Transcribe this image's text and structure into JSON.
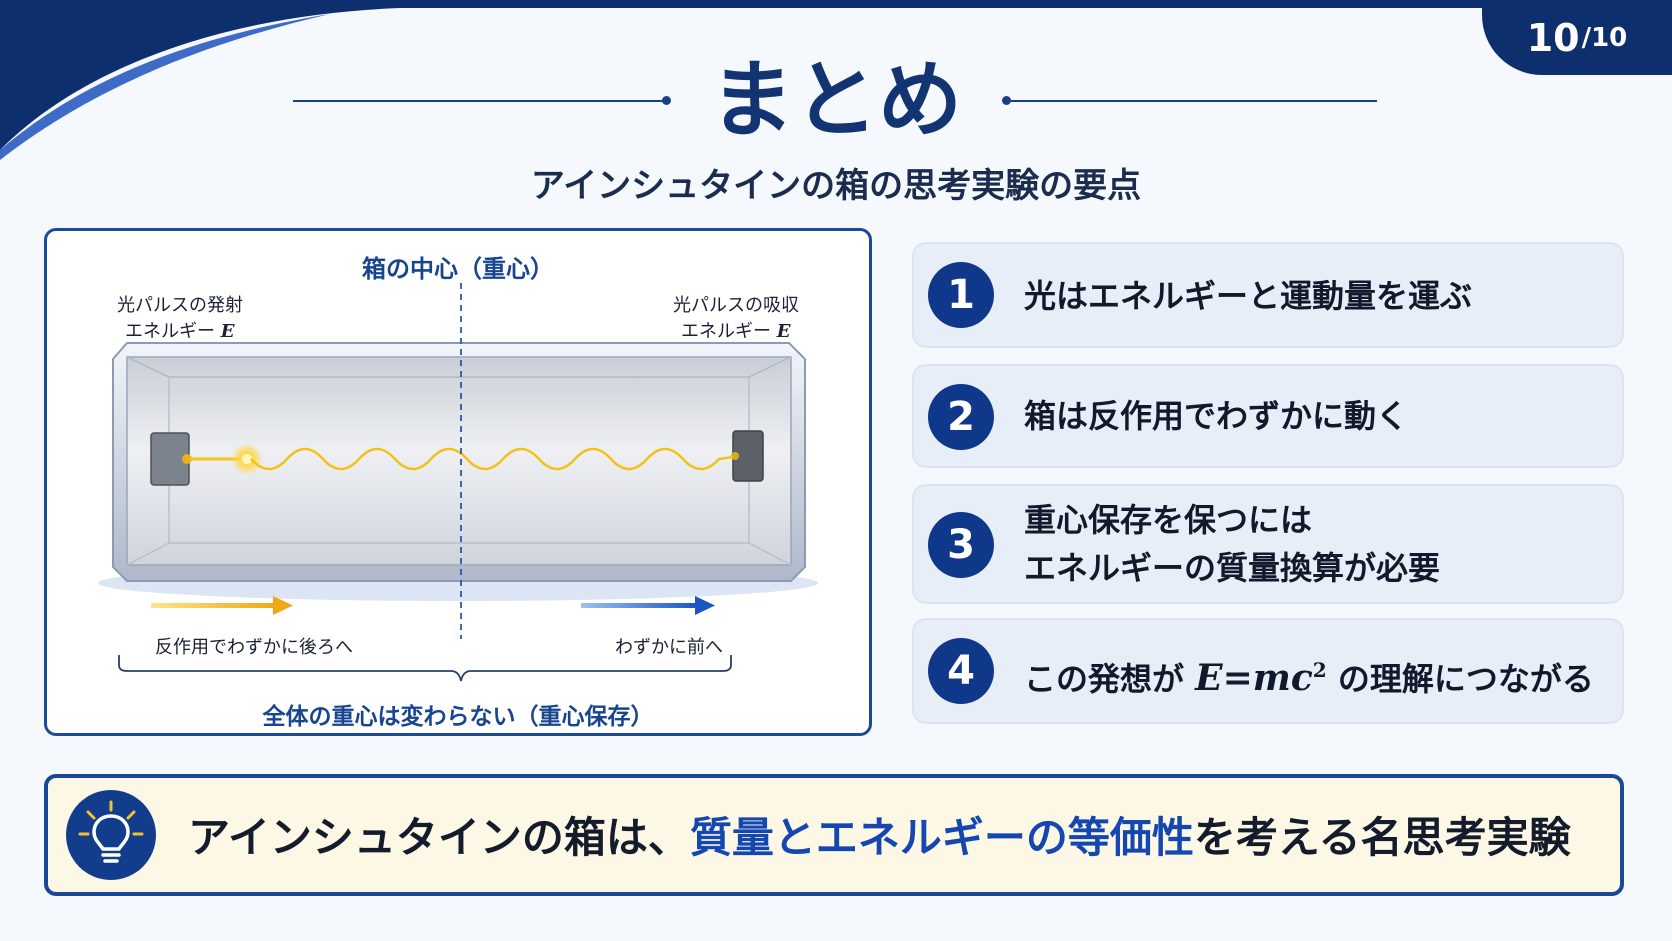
{
  "page": {
    "current": "10",
    "total": "/10"
  },
  "title": "まとめ",
  "subtitle": "アインシュタインの箱の思考実験の要点",
  "diagram": {
    "center_label": "箱の中心（重心）",
    "emit_label": "光パルスの発射",
    "emit_energy_prefix": "エネルギー",
    "emit_energy_symbol": "E",
    "absorb_label": "光パルスの吸収",
    "absorb_energy_prefix": "エネルギー",
    "absorb_energy_symbol": "E",
    "recoil_back_label": "反作用でわずかに後ろへ",
    "recoil_forward_label": "わずかに前へ",
    "com_conserved_label": "全体の重心は変わらない（重心保存）"
  },
  "points": [
    {
      "num": "1",
      "text": "光はエネルギーと運動量を運ぶ"
    },
    {
      "num": "2",
      "text": "箱は反作用でわずかに動く"
    },
    {
      "num": "3",
      "line1": "重心保存を保つには",
      "line2": "エネルギーの質量換算が必要"
    },
    {
      "num": "4",
      "prefix": "この発想が",
      "formula_base": "E=mc",
      "formula_exp": "2",
      "suffix": "の理解につながる"
    }
  ],
  "summary": {
    "pre": "アインシュタインの箱は、",
    "highlight": "質量とエネルギーの等価性",
    "post": "を考える名思考実験"
  },
  "colors": {
    "navy": "#0d2f6e",
    "accent_blue": "#1447b0",
    "photon": "#f3c21a",
    "summary_bg": "#fdf8e6"
  },
  "icons": {
    "summary": "lightbulb-icon"
  }
}
